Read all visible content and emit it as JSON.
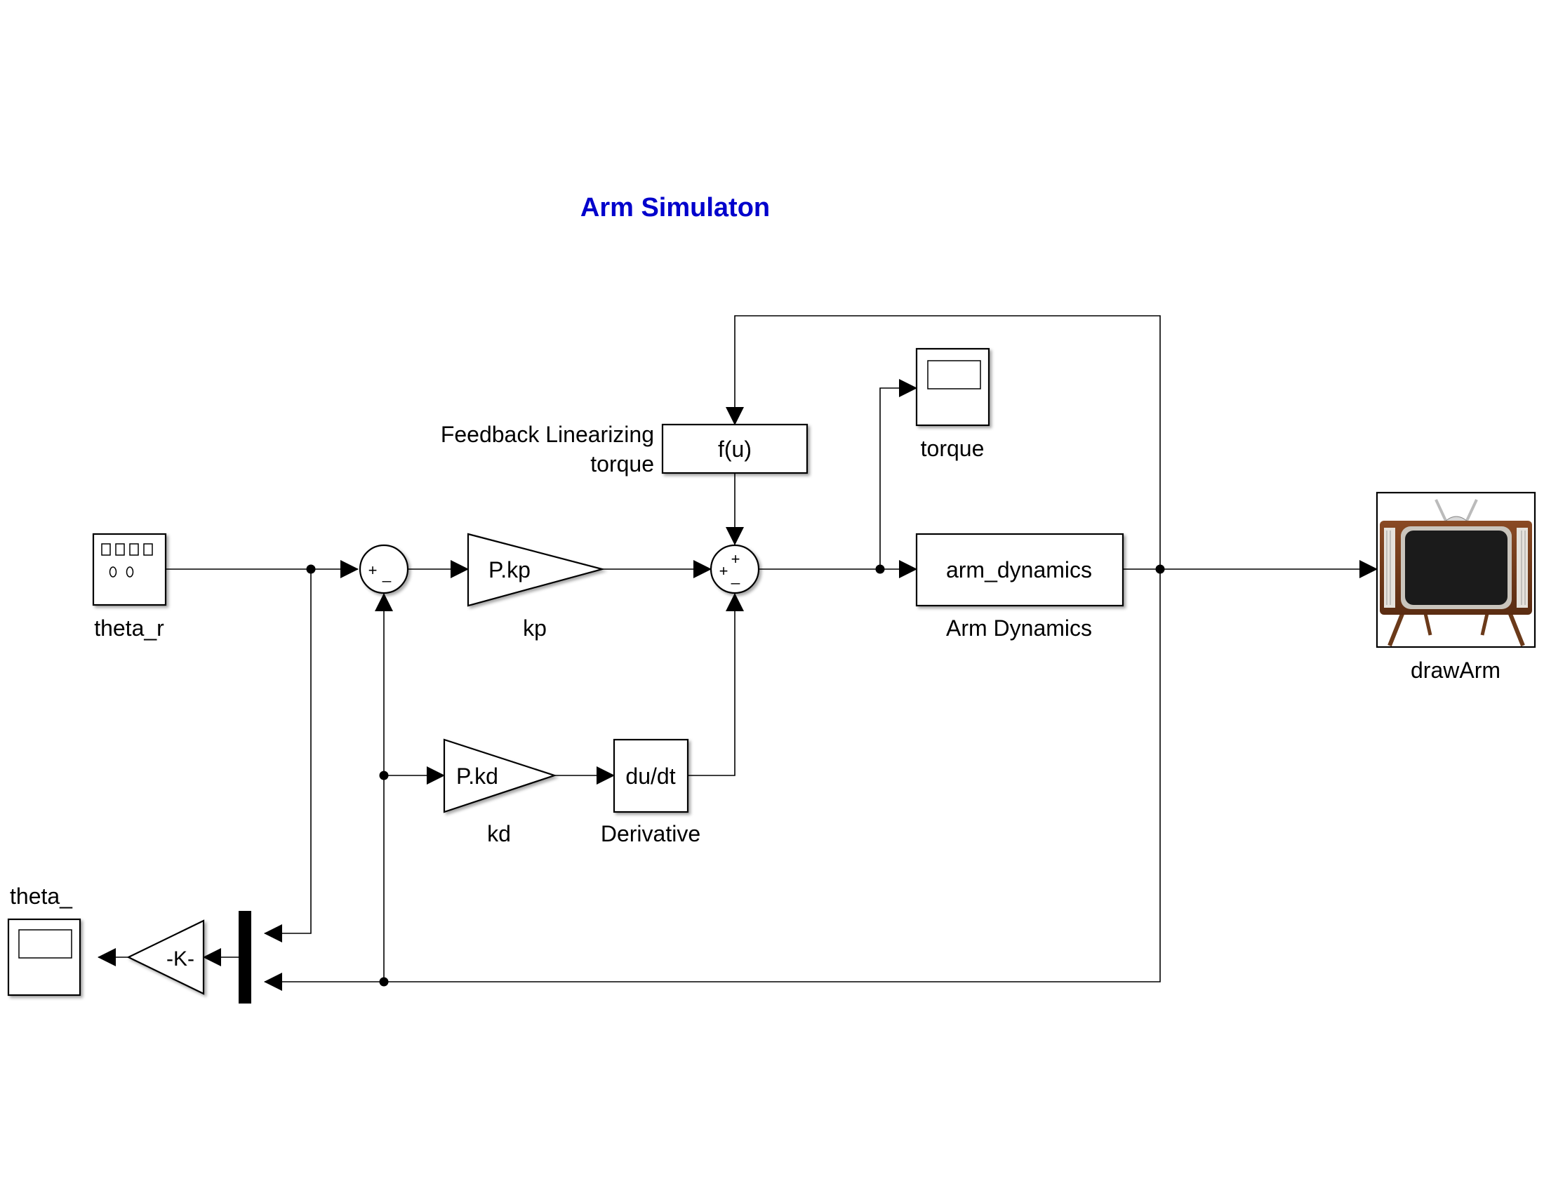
{
  "diagram": {
    "title": "Arm Simulaton",
    "title_color": "#0000CC",
    "blocks": {
      "theta_r": {
        "label": "theta_r",
        "icon": "signal-builder-icon"
      },
      "sum1": {
        "signs": [
          "+",
          "_"
        ]
      },
      "kp": {
        "text": "P.kp",
        "label": "kp"
      },
      "kd": {
        "text": "P.kd",
        "label": "kd"
      },
      "derivative": {
        "text": "du/dt",
        "label": "Derivative"
      },
      "fcn": {
        "text": "f(u)",
        "label_line1": "Feedback Linearizing",
        "label_line2": "torque"
      },
      "sum2": {
        "signs": [
          "+",
          "+",
          "_"
        ]
      },
      "torque_scope": {
        "label": "torque",
        "icon": "scope-icon"
      },
      "arm_dynamics": {
        "text": "arm_dynamics",
        "label": "Arm Dynamics"
      },
      "draw_arm": {
        "label": "drawArm",
        "icon": "television-icon"
      },
      "gain_k": {
        "text": "-K-"
      },
      "theta_scope": {
        "label": "theta_",
        "icon": "scope-icon"
      },
      "mux": {
        "icon": "mux-bar"
      }
    }
  }
}
